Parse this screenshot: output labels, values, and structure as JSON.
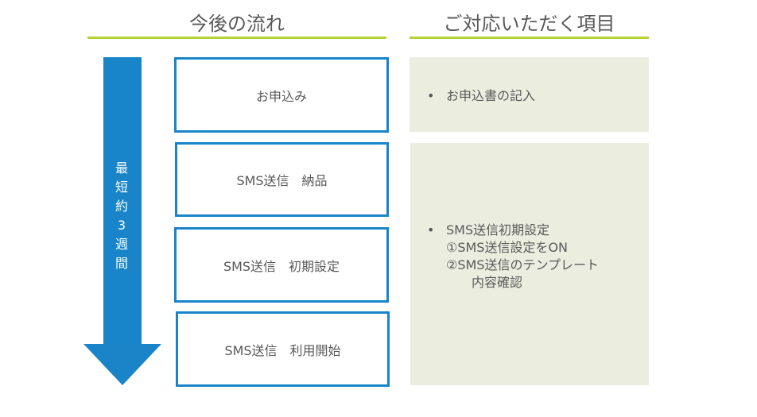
{
  "headers": {
    "flow_title": "今後の流れ",
    "actions_title": "ご対応いただく項目"
  },
  "colors": {
    "accent_line": "#b5d334",
    "arrow_blue": "#1985c8",
    "box_border": "#1985c8",
    "panel_bg": "#ebeedf",
    "text": "#595959"
  },
  "arrow": {
    "label_chars": [
      "最",
      "短",
      "約",
      "3",
      "週",
      "間"
    ],
    "label": "最短約3週間"
  },
  "steps": [
    {
      "label": "お申込み"
    },
    {
      "label": "SMS送信　納品"
    },
    {
      "label": "SMS送信　初期設定"
    },
    {
      "label": "SMS送信　利用開始"
    }
  ],
  "actions": [
    {
      "bullet": "•",
      "text": "お申込書の記入",
      "sub_items": []
    },
    {
      "bullet": "•",
      "text": "SMS送信初期設定",
      "sub_items": [
        "①SMS送信設定をON",
        "②SMS送信のテンプレート",
        "　　内容確認"
      ]
    }
  ]
}
